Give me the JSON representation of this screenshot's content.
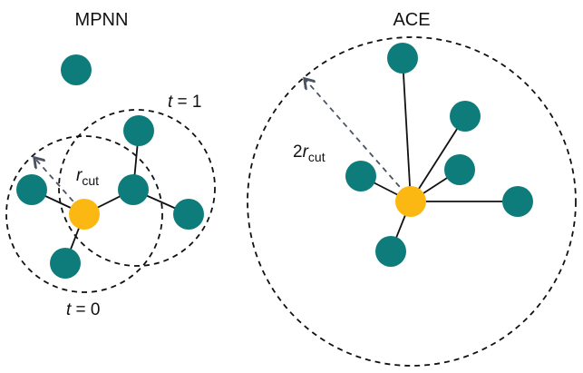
{
  "colors": {
    "neighbor_node": "#0e7c7b",
    "center_node": "#fbb812",
    "edge": "#111111",
    "cutoff_circle": "#111111",
    "radius_arrow": "#4b5363"
  },
  "panels": [
    {
      "title": "MPNN",
      "labels": {
        "radius_symbol": "r",
        "radius_subscript": "cut",
        "step_1_var": "t",
        "step_1_rest": " = 1",
        "step_0_var": "t",
        "step_0_rest": " = 0"
      },
      "cutoff_circles": [
        "t = 0",
        "t = 1"
      ],
      "nodes": [
        {
          "id": "isolated",
          "type": "neighbor"
        },
        {
          "id": "center",
          "type": "center"
        },
        {
          "id": "left",
          "type": "neighbor"
        },
        {
          "id": "hub",
          "type": "neighbor"
        },
        {
          "id": "top",
          "type": "neighbor"
        },
        {
          "id": "right",
          "type": "neighbor"
        },
        {
          "id": "bottom",
          "type": "neighbor"
        }
      ],
      "edges": [
        [
          "center",
          "left"
        ],
        [
          "center",
          "hub"
        ],
        [
          "center",
          "bottom"
        ],
        [
          "hub",
          "top"
        ],
        [
          "hub",
          "right"
        ]
      ]
    },
    {
      "title": "ACE",
      "labels": {
        "radius_prefix": "2",
        "radius_symbol": "r",
        "radius_subscript": "cut"
      },
      "cutoff_circles": [
        "2r_cut"
      ],
      "nodes": [
        {
          "id": "center",
          "type": "center"
        },
        {
          "id": "n1",
          "type": "neighbor"
        },
        {
          "id": "n2",
          "type": "neighbor"
        },
        {
          "id": "n3",
          "type": "neighbor"
        },
        {
          "id": "n4",
          "type": "neighbor"
        },
        {
          "id": "n5",
          "type": "neighbor"
        },
        {
          "id": "n6",
          "type": "neighbor"
        }
      ],
      "edges": [
        [
          "center",
          "n1"
        ],
        [
          "center",
          "n2"
        ],
        [
          "center",
          "n3"
        ],
        [
          "center",
          "n4"
        ],
        [
          "center",
          "n5"
        ],
        [
          "center",
          "n6"
        ]
      ]
    }
  ]
}
